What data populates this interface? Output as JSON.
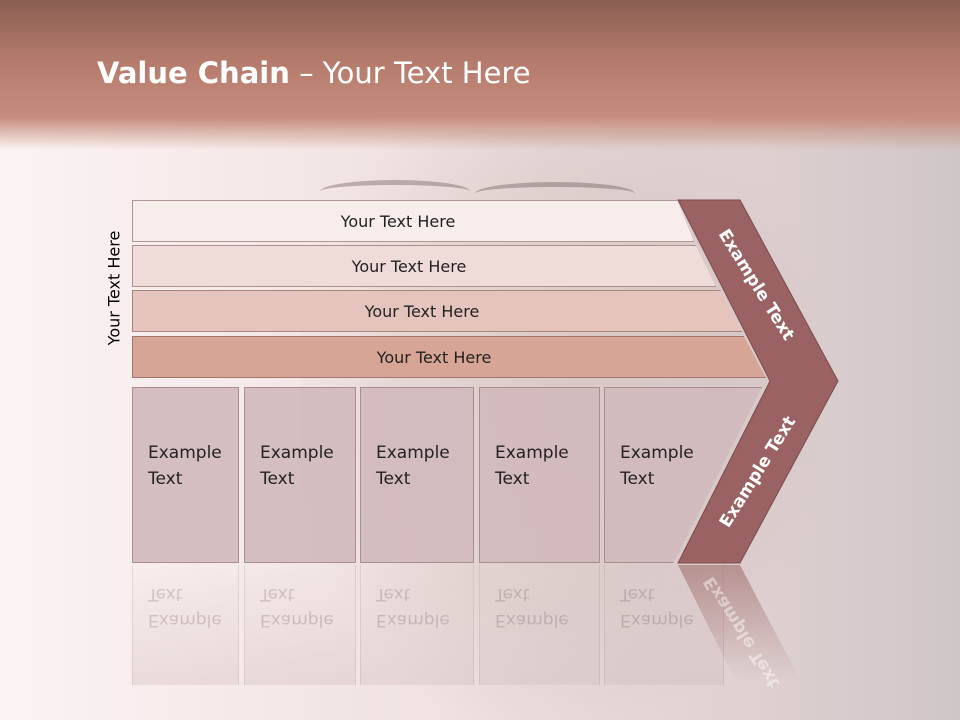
{
  "title": {
    "bold": "Value Chain",
    "rest": " – Your Text Here"
  },
  "side_label": "Your Text Here",
  "bars": [
    {
      "label": "Your Text Here"
    },
    {
      "label": "Your Text Here"
    },
    {
      "label": "Your Text Here"
    },
    {
      "label": "Your Text Here"
    }
  ],
  "boxes": [
    {
      "line1": "Example",
      "line2": "Text"
    },
    {
      "line1": "Example",
      "line2": "Text"
    },
    {
      "line1": "Example",
      "line2": "Text"
    },
    {
      "line1": "Example",
      "line2": "Text"
    },
    {
      "line1": "Example",
      "line2": "Text"
    }
  ],
  "chevron": {
    "top_label": "Example Text",
    "bottom_label": "Example Text",
    "color": "#9a6262"
  },
  "colors": {
    "header": "#b47b6c",
    "bar_top": "#f7eeec",
    "bar_bottom": "#d7a595",
    "box": "#d1babc"
  }
}
